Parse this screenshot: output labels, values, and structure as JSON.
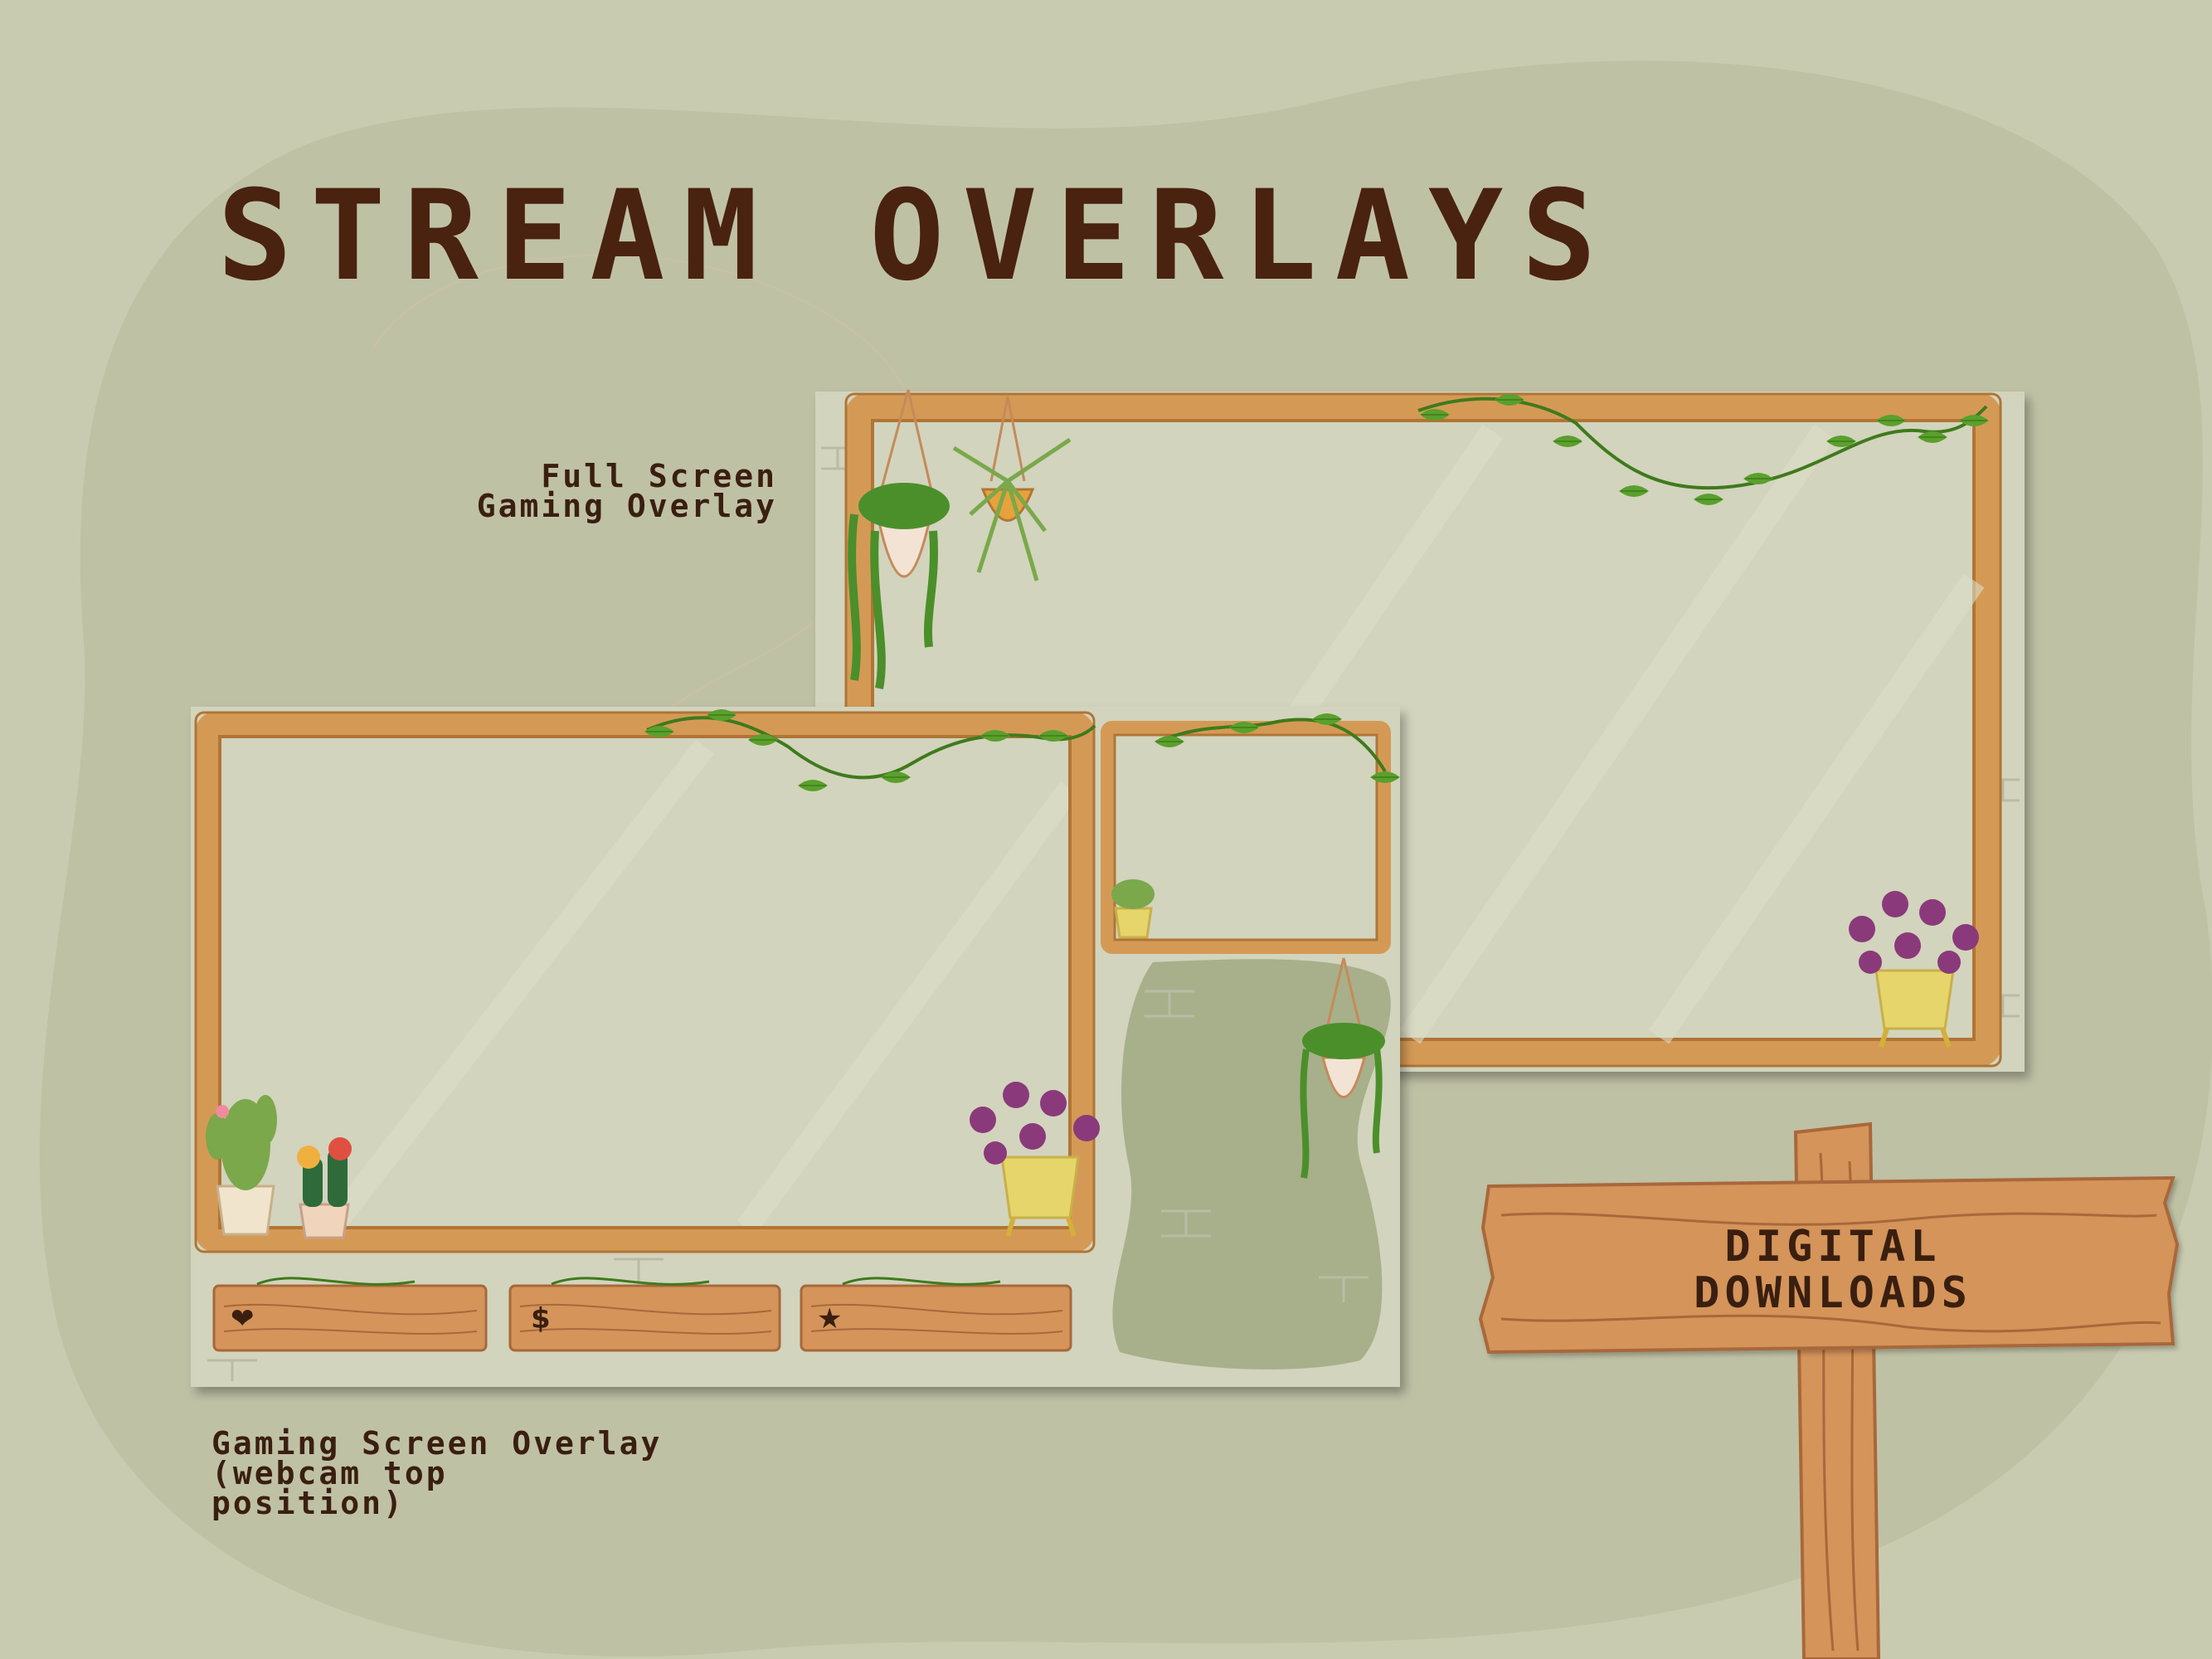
{
  "page": {
    "title": "STREAM OVERLAYS",
    "colors": {
      "background": "#c9cbb0",
      "blob": "#bfc1a5",
      "panel": "#d2d4bd",
      "frame_wood": "#d49a55",
      "frame_wood_dark": "#b07536",
      "title_text": "#4a2210",
      "leaf": "#5aa02c",
      "sign_wood": "#d4945a"
    }
  },
  "full_overlay": {
    "label_lines": [
      "Full Screen",
      "Gaming Overlay"
    ]
  },
  "gaming_overlay": {
    "label_lines": [
      "Gaming Screen Overlay",
      "(webcam top",
      "position)"
    ],
    "planks": [
      {
        "icon": "heart-icon",
        "glyph": "❤"
      },
      {
        "icon": "dollar-icon",
        "glyph": "$"
      },
      {
        "icon": "star-icon",
        "glyph": "★"
      }
    ]
  },
  "sign": {
    "lines": [
      "DIGITAL",
      "DOWNLOADS"
    ]
  }
}
